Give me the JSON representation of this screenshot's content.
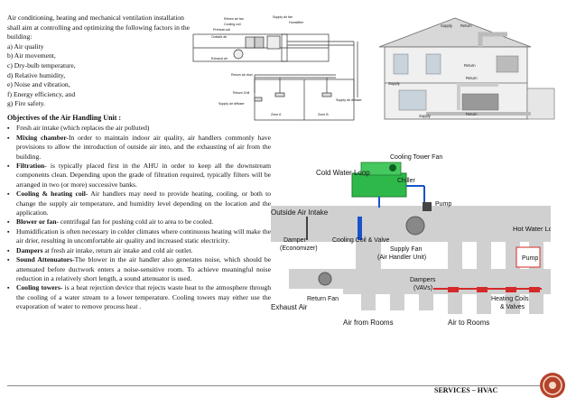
{
  "intro": {
    "text": "Air conditioning, heating and mechanical ventilation installation shall aim at controlling and optimizing the following factors in the building:",
    "factors": [
      "a) Air quality",
      "b) Air movement,",
      "c) Dry-bulb temperature,",
      "d) Relative humidity,",
      "e) Noise and vibration,",
      "f) Energy efficiency, and",
      "g) Fire safety."
    ]
  },
  "section": {
    "title": "Objectives of the Air Handling Unit :",
    "items": [
      {
        "term": "",
        "text": "Fresh air intake (which replaces the air polluted)"
      },
      {
        "term": "Mixing chamber-",
        "text": "In order to maintain indoor air quality, air handlers commonly have provisions to allow the introduction of outside air into, and the exhausting of air from the building."
      },
      {
        "term": "Filtration-",
        "text": " is typically placed first in the AHU in order to keep all the downstream components clean. Depending upon the grade of filtration required, typically filters will be arranged in two (or more) successive banks."
      },
      {
        "term": "Cooling & heating coil-",
        "text": " Air handlers may need to provide heating, cooling, or both to change the supply air temperature, and humidity level depending on the location and the application."
      },
      {
        "term": "Blower or fan-",
        "text": " centrifugal fan for pushing cold air to area to be cooled."
      },
      {
        "term": "",
        "text": "Humidification is often necessary in colder climates where continuous heating will make the air drier, resulting in uncomfortable air quality and increased static electricity."
      },
      {
        "term": "Dampers",
        "text": " at fresh air intake, return air intake and cold air outlet."
      },
      {
        "term": "Sound Attenuators-",
        "text": "The blower in the air handler also generates noise, which should be attenuated before ductwork enters a noise-sensitive room. To achieve meaningful noise reduction in a relatively short length, a sound attenuator is used."
      },
      {
        "term": "Cooling towers-",
        "text": " is a heat rejection device that rejects waste heat to the atmosphere through the cooling of a water stream to a lower temperature. Cooling towers may either use the evaporation of water to remove process heat ."
      }
    ]
  },
  "schematic": {
    "labels": {
      "return_air_fan": "Return air fan",
      "cooling_coil": "Cooling coil",
      "preheat_coil": "Preheat coil",
      "outside_air": "Outside air",
      "exhaust_air": "Exhaust air",
      "supply_air_fan": "Supply air fan",
      "humidifier": "Humidifier",
      "return_air_duct": "Return air duct",
      "return_grill": "Return Grill",
      "supply_air_diffuser": "Supply air diffuser",
      "supply_air_diffuser2": "Supply air diffuser",
      "zone_a": "Zone A",
      "zone_b": "Zone B"
    }
  },
  "house": {
    "labels": {
      "supply": "Supply",
      "return": "Return",
      "return2": "Return",
      "supply2": "Supply",
      "return3": "Return",
      "supply3": "Supply",
      "return4": "Return"
    }
  },
  "ahu": {
    "labels": {
      "cold_water_loop": "Cold Water Loop",
      "cooling_tower_fan": "Cooling Tower Fan",
      "chiller": "Chiller",
      "pump": "Pump",
      "outside_air_intake": "Outside Air Intake",
      "hot_water_loop": "Hot Water Loop",
      "damper": "Damper",
      "economizer": "(Economizer)",
      "cooling_coil_valve": "Cooling Coil & Valve",
      "supply_fan": "Supply Fan",
      "air_handler_unit": "(Air Handler Unit)",
      "pump2": "Pump",
      "dampers": "Dampers",
      "vavs": "(VAVs)",
      "heating_coils": "Heating Coils",
      "valves": "& Valves",
      "return_fan": "Return Fan",
      "exhaust_air": "Exhaust Air",
      "air_from_rooms": "Air from Rooms",
      "air_to_rooms": "Air to Rooms"
    }
  },
  "footer": {
    "label": "SERVICES – HVAC"
  },
  "colors": {
    "accent": "#b5432a",
    "duct": "#cfcfcf",
    "chiller": "#2fb84a",
    "hot_pipe": "#d42a2a"
  }
}
